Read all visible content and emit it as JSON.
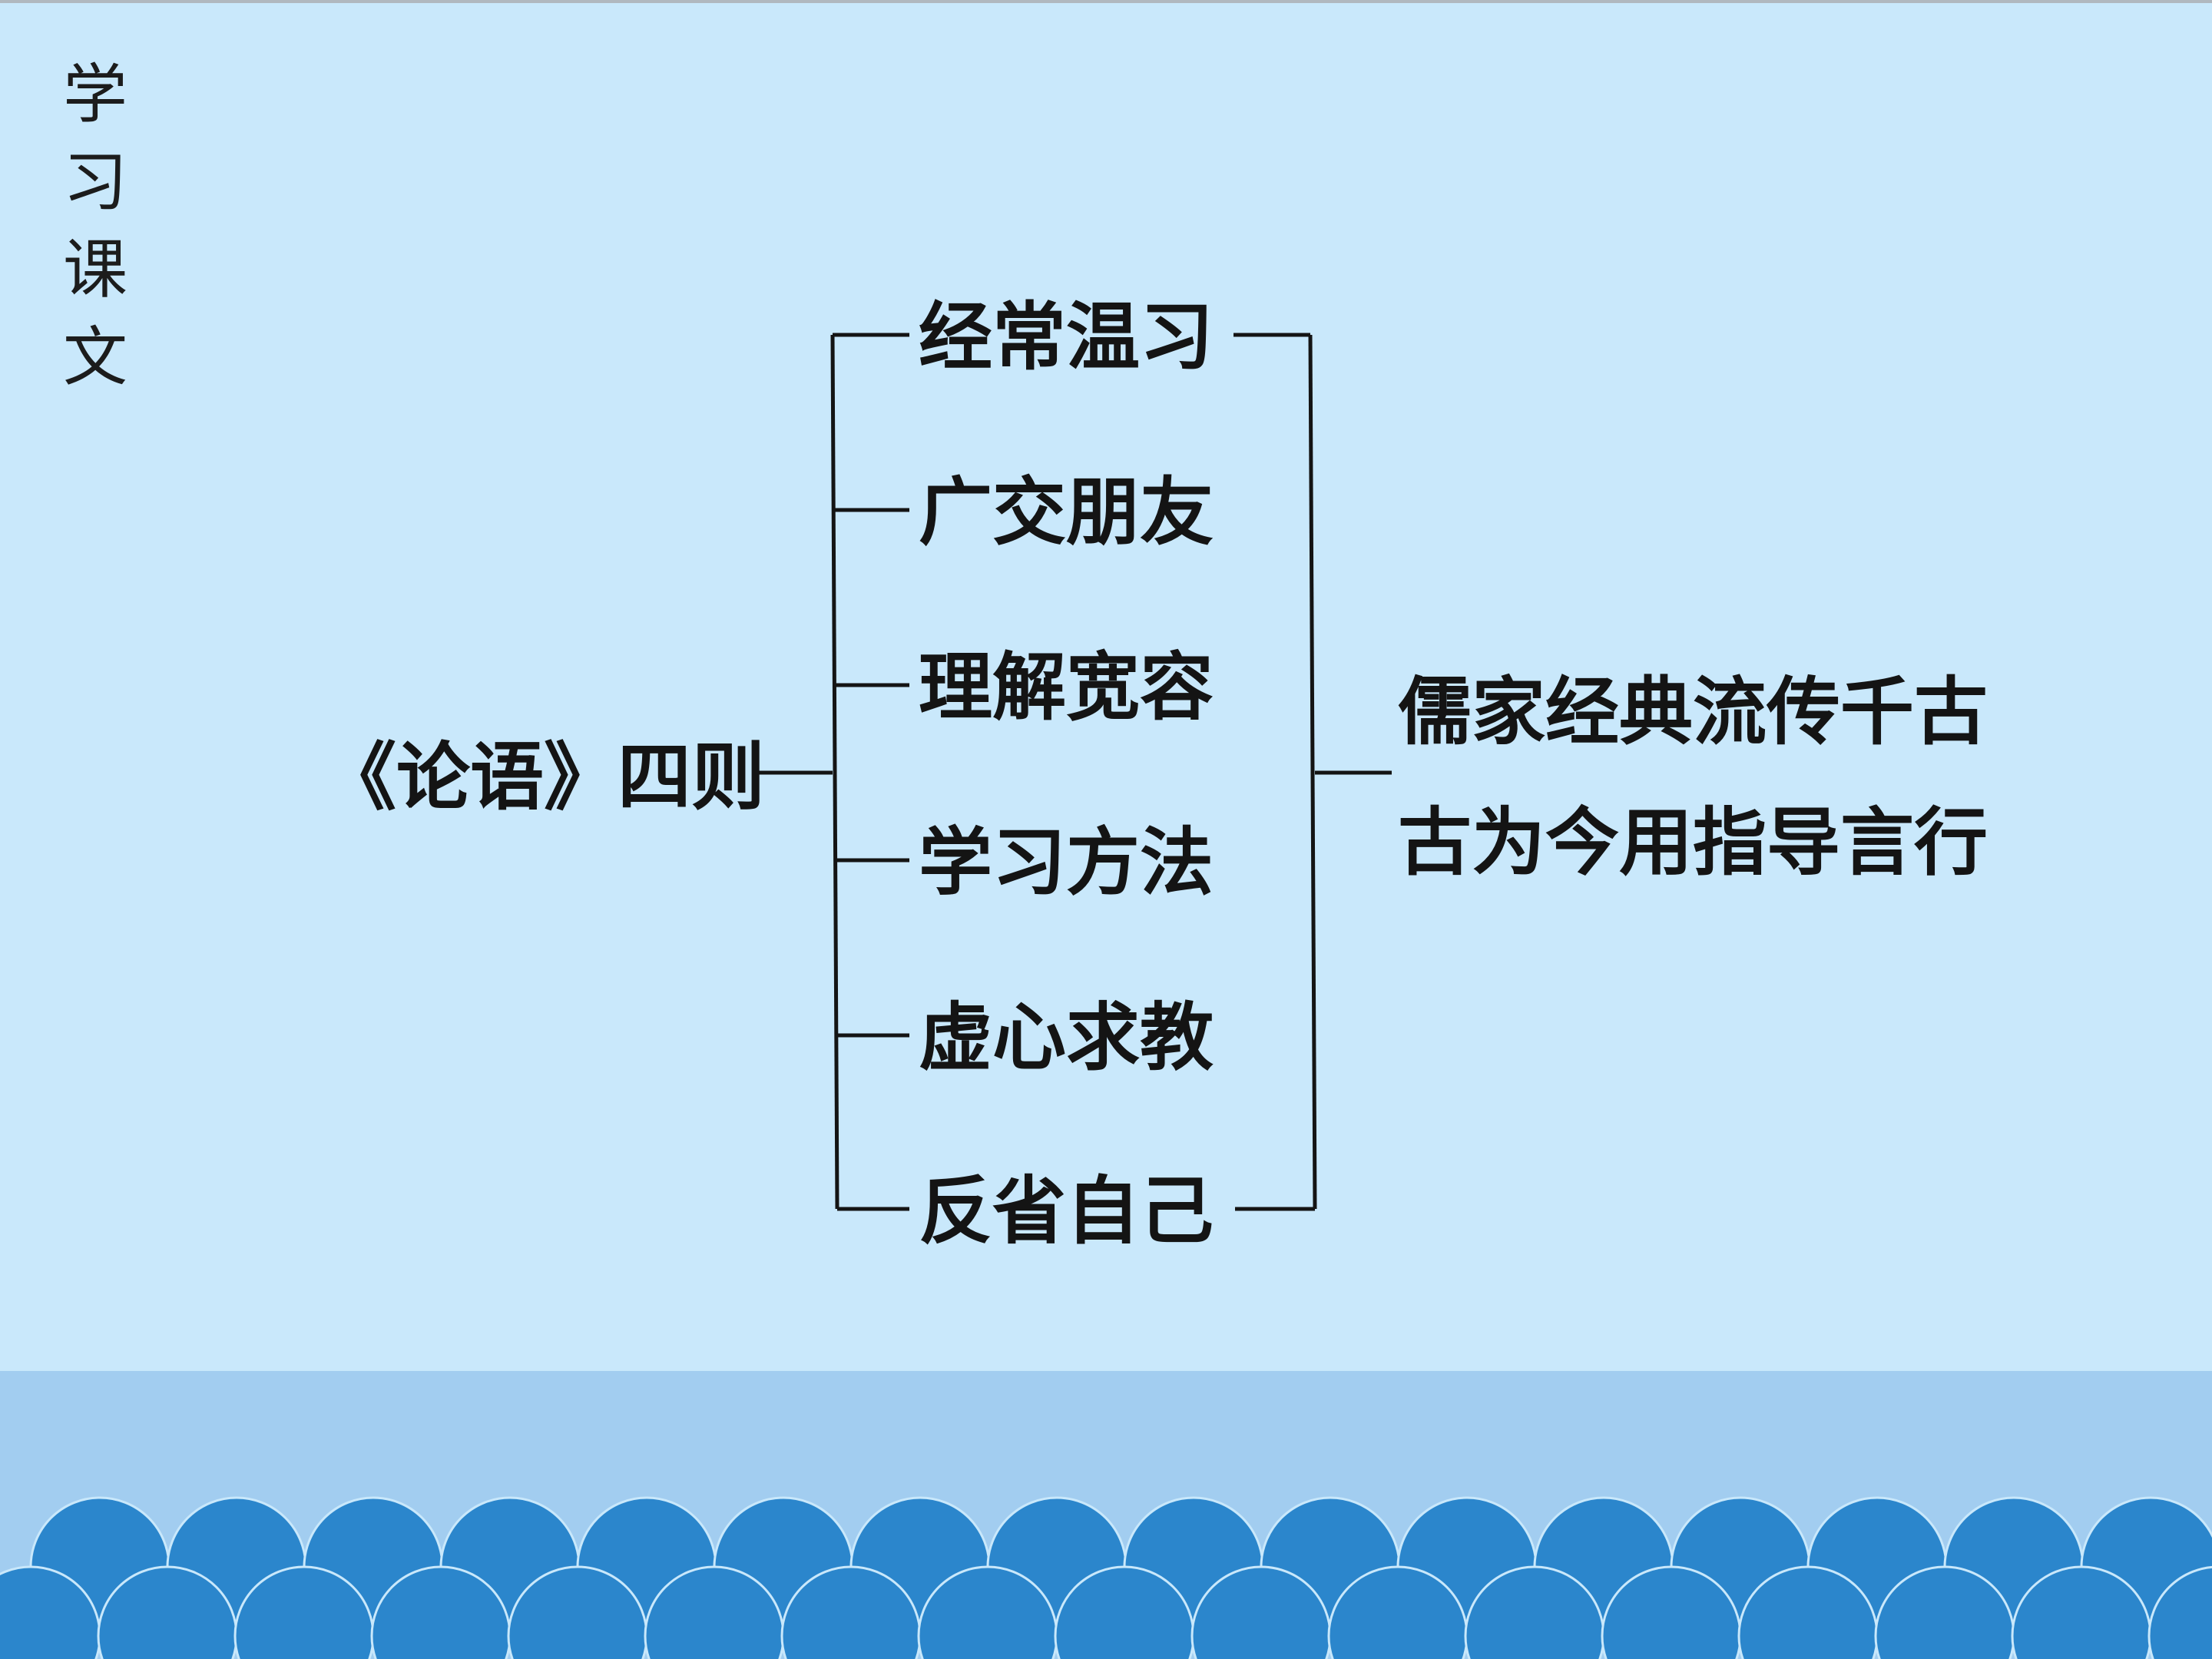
{
  "section_label": {
    "chars": [
      "学",
      "习",
      "课",
      "文"
    ]
  },
  "diagram": {
    "root": "《论语》四则",
    "branches": [
      "经常温习",
      "广交朋友",
      "理解宽容",
      "学习方法",
      "虚心求教",
      "反省自己"
    ],
    "summary_lines": [
      "儒家经典流传千古",
      "古为今用指导言行"
    ]
  },
  "colors": {
    "background": "#c9e8fb",
    "band": "#a2cdf0",
    "wave": "#2b86cc",
    "text": "#141414"
  }
}
